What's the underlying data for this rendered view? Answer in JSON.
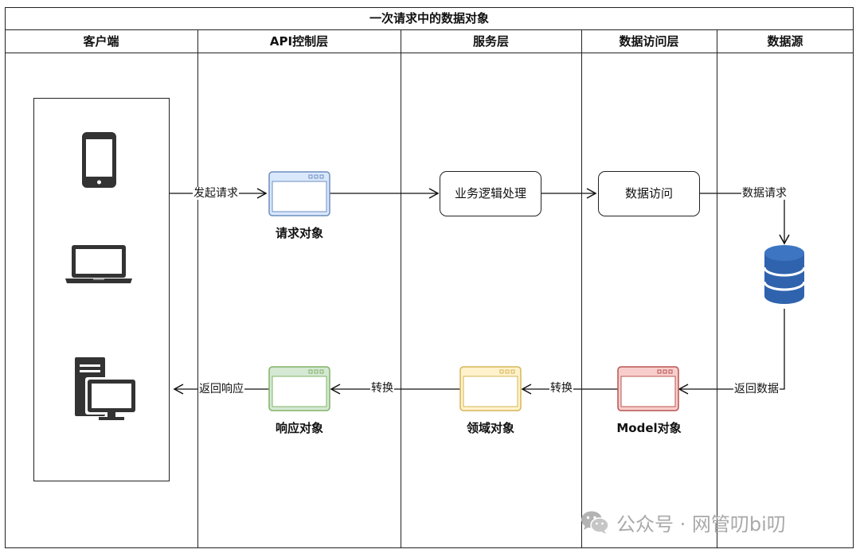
{
  "title": "一次请求中的数据对象",
  "lanes": [
    "客户端",
    "API控制层",
    "服务层",
    "数据访问层",
    "数据源"
  ],
  "nodes": {
    "request_object": "请求对象",
    "business_logic": "业务逻辑处理",
    "data_access": "数据访问",
    "response_object": "响应对象",
    "domain_object": "领域对象",
    "model_object": "Model对象"
  },
  "edges": {
    "initiate_request": "发起请求",
    "data_request": "数据请求",
    "return_data": "返回数据",
    "convert_1": "转换",
    "convert_2": "转换",
    "return_response": "返回响应"
  },
  "window_colors": {
    "request": {
      "fill": "#dae8fc",
      "stroke": "#6c8ebf"
    },
    "response": {
      "fill": "#d5e8d4",
      "stroke": "#82b366"
    },
    "domain": {
      "fill": "#fff2cc",
      "stroke": "#d6b656"
    },
    "model": {
      "fill": "#f8cecc",
      "stroke": "#b85450"
    }
  },
  "icons": [
    "smartphone-icon",
    "laptop-icon",
    "desktop-computer-icon",
    "database-icon",
    "wechat-icon"
  ],
  "watermark": {
    "text": "公众号 · 网管叨bi叨"
  }
}
